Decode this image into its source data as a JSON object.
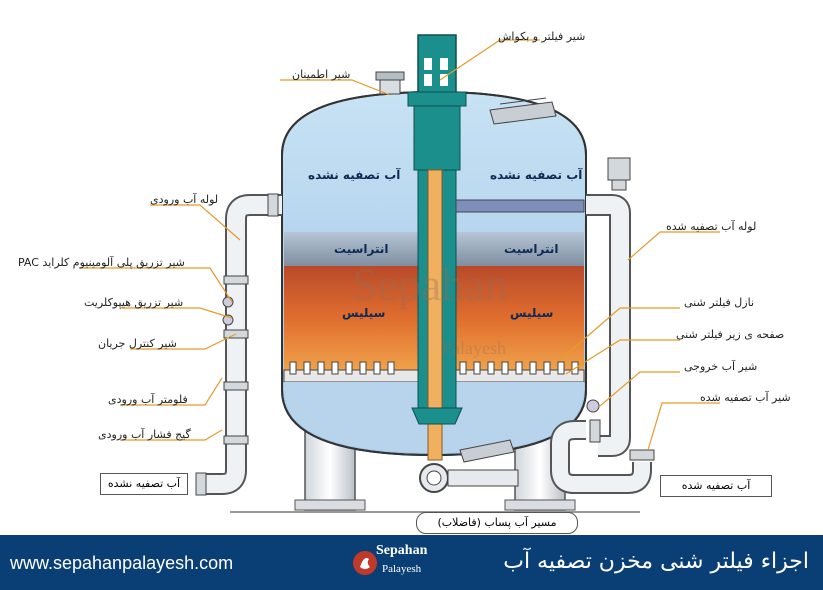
{
  "labels": {
    "backwash_valve": "شیر فیلتر و بکواش",
    "relief_valve": "شیر اطمینان",
    "inlet_pipe": "لوله آب ورودی",
    "pac_injection": "شیر تزریق پلی آلومینیوم کلراید PAC",
    "hypochlorite_injection": "شیر تزریق هیپوکلریت",
    "flow_control": "شیر کنترل جریان",
    "flowmeter": "فلومتر آب ورودی",
    "pressure_gauge": "گیج فشار آب ورودی",
    "raw_water_box": "آب تصفیه نشده",
    "treated_pipe": "لوله آب تصفیه شده",
    "nozzle": "نازل فیلتر شنی",
    "underdrain_plate": "صفحه ی زیر فیلتر شنی",
    "outlet_valve": "شیر آب خروجی",
    "treated_valve": "شیر آب تصفیه شده",
    "treated_box": "آب تصفیه شده",
    "drain_box": "مسیر آب پساب (فاضلاب)"
  },
  "tank": {
    "untreated_left": "آب تصفیه نشده",
    "untreated_right": "آب تصفیه نشده",
    "anthracite_left": "انتراسیت",
    "anthracite_right": "انتراسیت",
    "silica_left": "سیلیس",
    "silica_right": "سیلیس"
  },
  "watermark": {
    "line1": "Sepahan",
    "line2": "Palayesh"
  },
  "footer": {
    "title": "اجزاء فیلتر شنی مخزن تصفیه آب",
    "url": "www.sepahanpalayesh.com",
    "logo_line1": "Sepahan",
    "logo_line2": "Palayesh"
  },
  "colors": {
    "water": "#a9cdea",
    "anthracite": "#8a9fb0",
    "silica": "#c9552c",
    "column": "#18888a",
    "footer": "#0a3f76"
  }
}
